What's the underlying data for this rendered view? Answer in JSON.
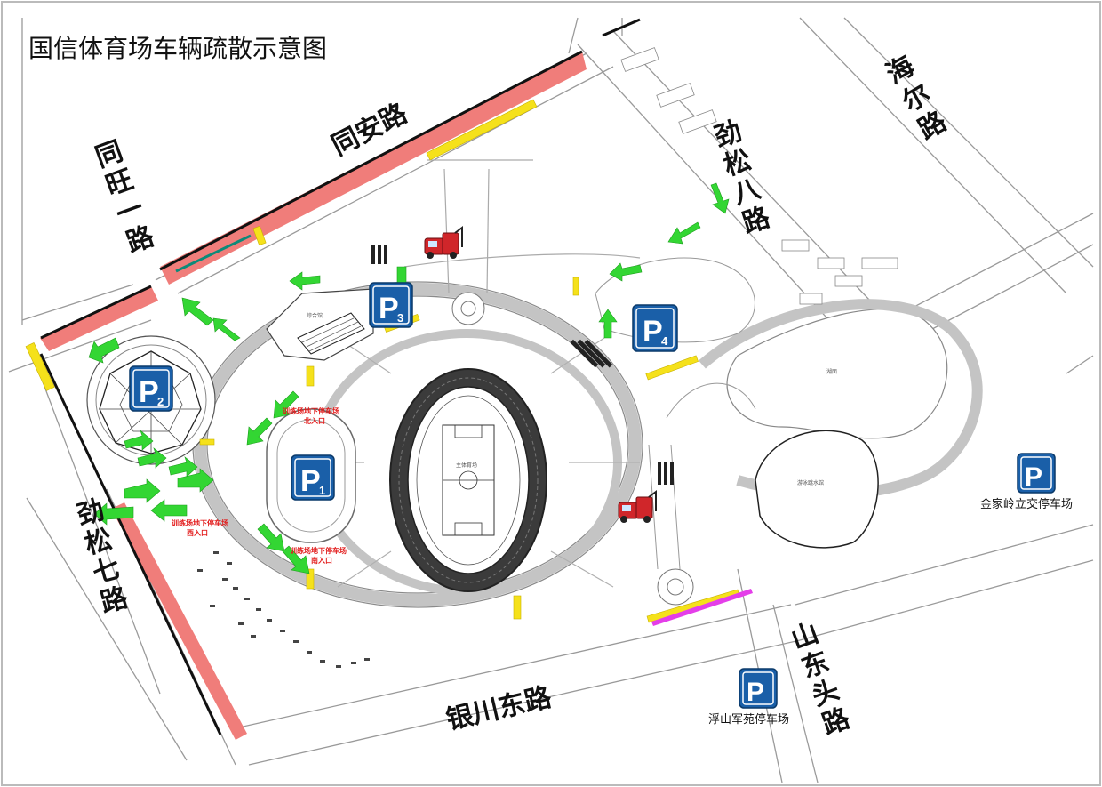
{
  "title": "国信体育场车辆疏散示意图",
  "roads": {
    "tongan": "同安路",
    "tongwang": "同旺一路",
    "haier": "海尔路",
    "jingsong8": "劲松八路",
    "jingsong7": "劲松七路",
    "yinchuan": "银川东路",
    "shandongtou": "山东头路"
  },
  "parking": {
    "p1": {
      "letter": "P",
      "num": "1"
    },
    "p2": {
      "letter": "P",
      "num": "2"
    },
    "p3": {
      "letter": "P",
      "num": "3"
    },
    "p4": {
      "letter": "P",
      "num": "4"
    },
    "jinjialing": {
      "letter": "P",
      "label": "金家岭立交停车场"
    },
    "fushan": {
      "letter": "P",
      "label": "浮山军苑停车场"
    }
  },
  "notes": {
    "north_entrance": [
      "训练场地下停车场",
      "北入口"
    ],
    "south_entrance": [
      "训练场地下停车场",
      "南入口"
    ],
    "west_entrance": [
      "训练场地下停车场",
      "西入口"
    ]
  },
  "venues": {
    "main_stadium": "主体育场",
    "natatorium": "游泳跳水馆",
    "gym": "综合馆",
    "lake": "湖面",
    "football": "足球场"
  },
  "colors": {
    "parking_blue": "#1a5fa8",
    "road_red": "#f07d7a",
    "arrow_green": "#33d633",
    "highlight_yellow": "#f5e11b",
    "truck_red": "#d0262a",
    "magenta": "#e43ee9"
  }
}
